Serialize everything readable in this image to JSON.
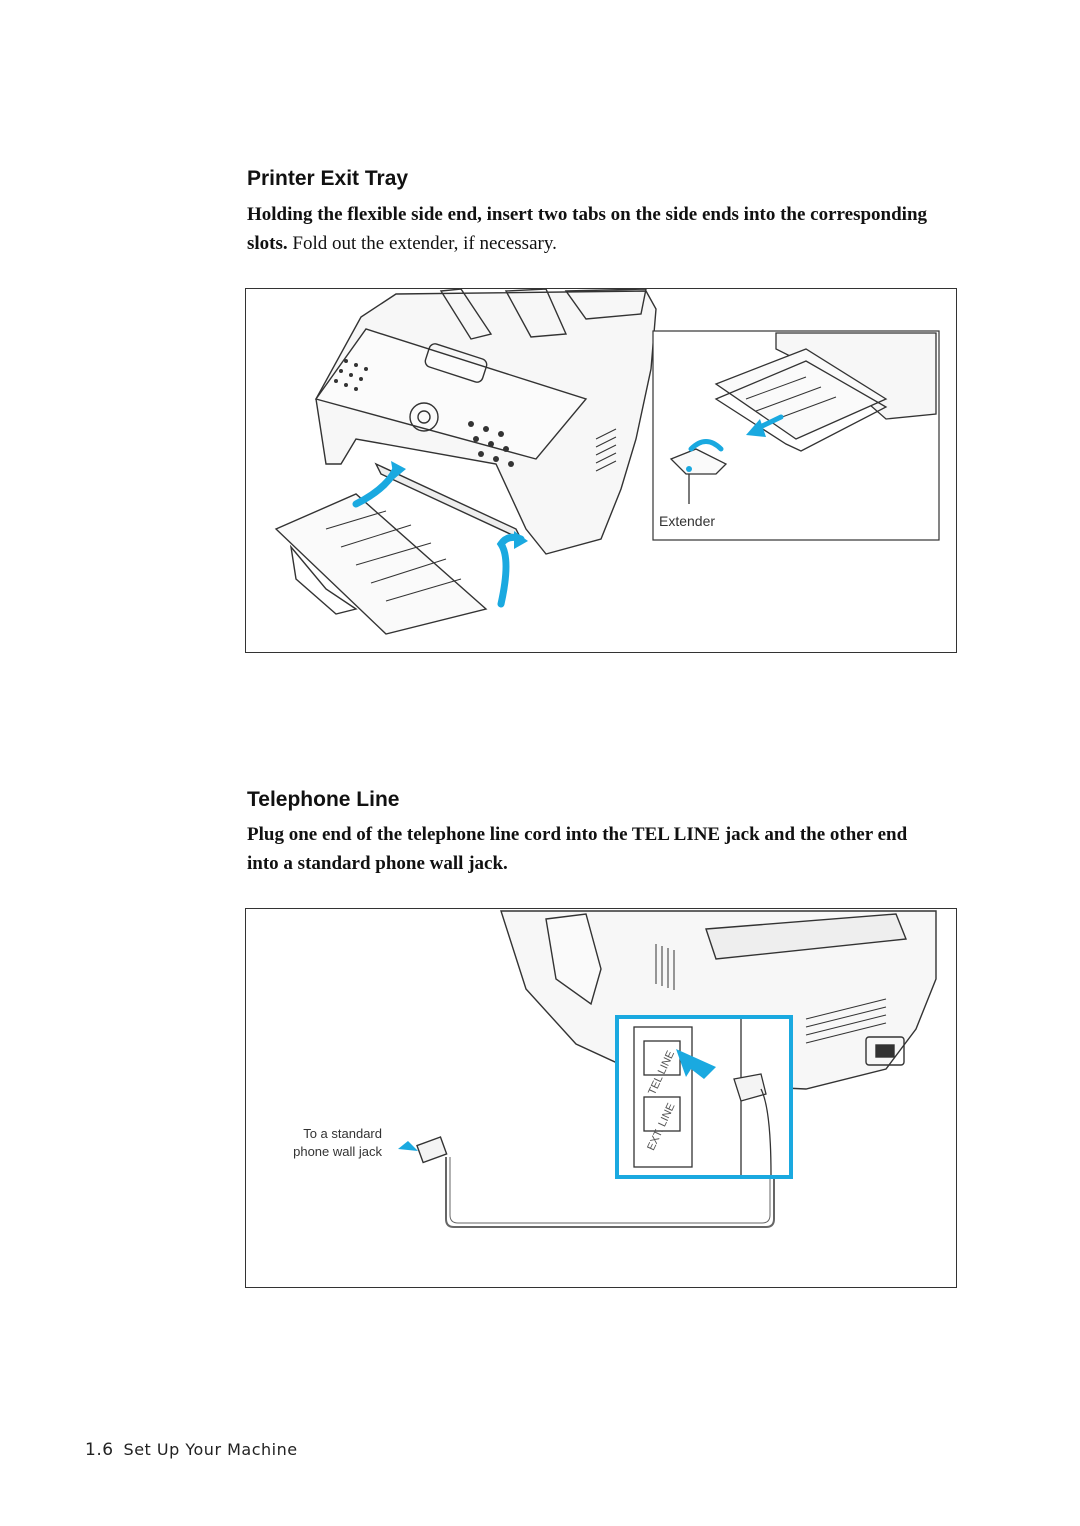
{
  "sections": [
    {
      "title": "Printer Exit Tray",
      "instruction_bold": "Holding the flexible side end, insert two tabs on the side ends into the corresponding slots.",
      "instruction_regular": " Fold out the extender, if necessary.",
      "figure_labels": {
        "extender": "Extender"
      }
    },
    {
      "title": "Telephone Line",
      "instruction_bold": "Plug one end of the telephone line cord into the TEL LINE jack and the other end into a standard phone wall jack.",
      "figure_labels": {
        "wall_jack_line1": "To a standard",
        "wall_jack_line2": "phone wall jack",
        "tel_line": "TEL LINE",
        "ext_line": "EXT. LINE"
      }
    }
  ],
  "footer": {
    "page_number": "1.6",
    "section_name": "Set Up Your Machine"
  },
  "colors": {
    "accent": "#1aa9e0",
    "line": "#333333"
  }
}
